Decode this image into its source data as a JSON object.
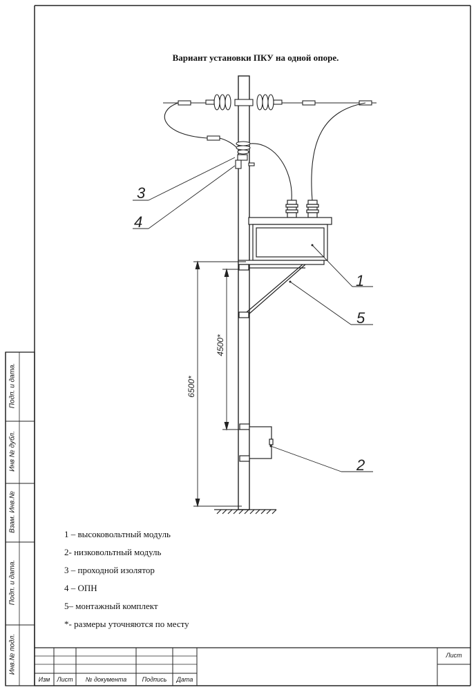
{
  "title": "Вариант установки ПКУ на одной опоре.",
  "callouts": {
    "c1": "1",
    "c2": "2",
    "c3": "3",
    "c4": "4",
    "c5": "5"
  },
  "dimensions": {
    "d6500": "6500*",
    "d4500": "4500*"
  },
  "legend": [
    "1 – высоковольтный модуль",
    "2- низковольтный модуль",
    "3 – проходной изолятор",
    "4 – ОПН",
    "5– монтажный комплект",
    "*- размеры уточняются по месту"
  ],
  "side_stamp": {
    "podp_data_top": "Подп. и дата.",
    "inv_dubl": "Инв № дубл.",
    "vzam_inv": "Взам. Инв.№",
    "podp_data_bottom": "Подп. и дата.",
    "inv_podl": "Инв.№ подл."
  },
  "title_block": {
    "izm": "Изм",
    "list": "Лист",
    "n_doc": "№ документа",
    "podpis": "Подпись",
    "data": "Дата",
    "list_right": "Лист"
  }
}
